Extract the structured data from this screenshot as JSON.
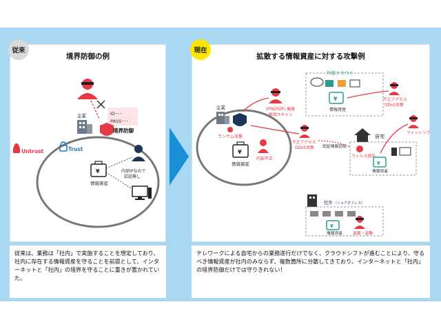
{
  "left": {
    "badge": "従来",
    "title": "境界防御の例",
    "labels": {
      "company": "企業",
      "border": "境界防御",
      "untrust": "Untrust",
      "trust": "Trust",
      "asset": "情報資産",
      "no_auth_1": "内部IPなので",
      "no_auth_2": "認証無し",
      "id": "ID･･･",
      "pass": "PASS･･･"
    },
    "description": "従来は、業務は「社内」で実施することを想定しており、社内に存在する情報資産を守ることを前提として、インターネットと「社内」の境界を守ることに重きが置かれていた。"
  },
  "right": {
    "badge": "現在",
    "title": "拡散する情報資産に対する攻撃例",
    "labels": {
      "company": "企業",
      "ransom": "ランサム攻撃",
      "asset": "情報資産",
      "insider": "内部不正",
      "vpn_1": "VPN(RDP) 機器",
      "vpn_2": "脆弱スキャン",
      "unauth_1": "不正アクセス",
      "unauth_2": "DDoS攻撃",
      "steal": "認証情報窃取",
      "cloud": "外部クラウド",
      "cloud_asset": "情報資産",
      "cloud_attack_1": "不正アクセス",
      "cloud_attack_2": "DDoS攻撃",
      "home": "自宅",
      "virus": "ウィルス感染",
      "home_asset": "情報資産",
      "phishing": "フィッシング",
      "outside": "社外",
      "outside_sub": "（シェアオフィス）",
      "outside_asset": "情報資産",
      "theft": "盗聴・盗難"
    },
    "description": "テレワークによる自宅からの業務遂行だけでなく、クラウドシフトが進むことにより、守るべき情報資産が社内のみならず、複数箇所に分散してきており、インターネットと「社内」の境界防御だけでは守りきれない！"
  },
  "colors": {
    "background": "#a9d8f2",
    "arrow": "#1a8fd6",
    "attack": "#e63946",
    "teal": "#2a9d8f",
    "navy": "#1d3557"
  }
}
